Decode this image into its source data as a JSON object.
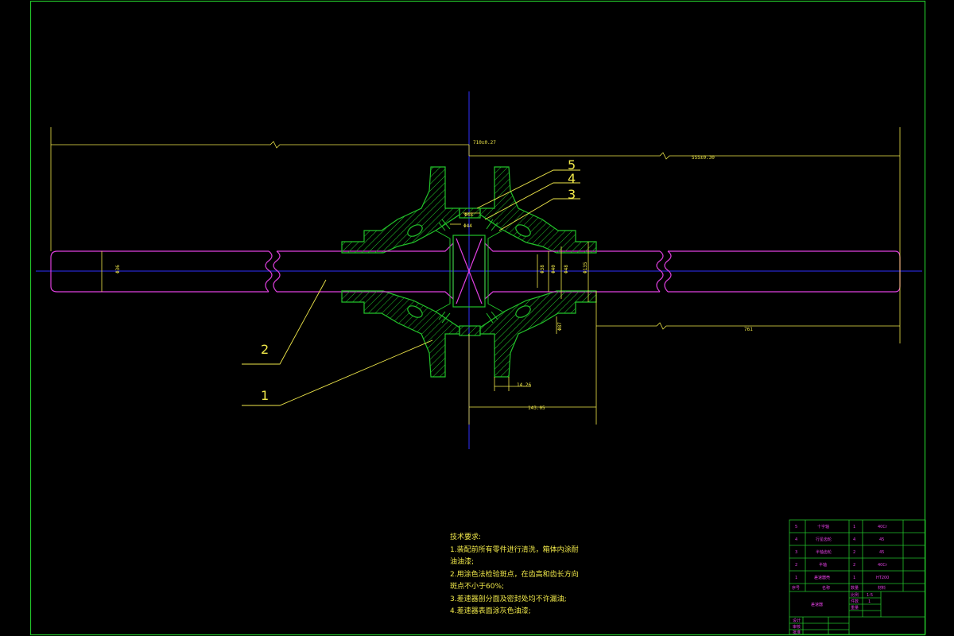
{
  "colors": {
    "background": "#000000",
    "border": "#22c22a",
    "outline": "#e040e0",
    "centerline": "#3030ff",
    "dimension": "#f0e84a",
    "hatch": "#22c22a"
  },
  "part_labels": [
    "1",
    "2",
    "3",
    "4",
    "5"
  ],
  "dimensions": {
    "overall_left": "710±0.27",
    "overall_right": "555±0.30",
    "shaft_right": "761",
    "shaft_dia_left": "Φ36",
    "center_top": "Φ48",
    "center_top2": "Φ44",
    "bore_1": "Φ38",
    "bore_2": "Φ40",
    "bore_3": "Φ48",
    "bore_4": "Φ135",
    "flange_dia": "Φ87",
    "offset": "14.26",
    "half_width": "143.05"
  },
  "technical_requirements": {
    "title": "技术要求:",
    "lines": [
      "1.装配前所有零件进行清洗，箱体内涂耐",
      "油油漆;",
      "2.用涂色法检验斑点，在齿高和齿长方向",
      "斑点不小于60%;",
      "3.差速器剖分面及密封处均不许漏油;",
      "4.差速器表面涂灰色油漆;"
    ]
  },
  "parts_list": [
    {
      "no": "5",
      "name": "十字轴",
      "qty": "1",
      "material": "40Cr"
    },
    {
      "no": "4",
      "name": "行星齿轮",
      "qty": "4",
      "material": "45"
    },
    {
      "no": "3",
      "name": "半轴齿轮",
      "qty": "2",
      "material": "45"
    },
    {
      "no": "2",
      "name": "半轴",
      "qty": "2",
      "material": "40Cr"
    },
    {
      "no": "1",
      "name": "差速器壳",
      "qty": "1",
      "material": "HT200"
    }
  ],
  "parts_header": {
    "no": "序号",
    "name": "名称",
    "qty": "数量",
    "material": "材料"
  },
  "title_block": {
    "drawing_name": "差速器",
    "scale_label": "比例",
    "scale_value": "1:5",
    "qty_label": "件数",
    "qty_value": "1",
    "weight_label": "重量",
    "designer_label": "设计",
    "checker_label": "审核",
    "approver_label": "批准"
  }
}
